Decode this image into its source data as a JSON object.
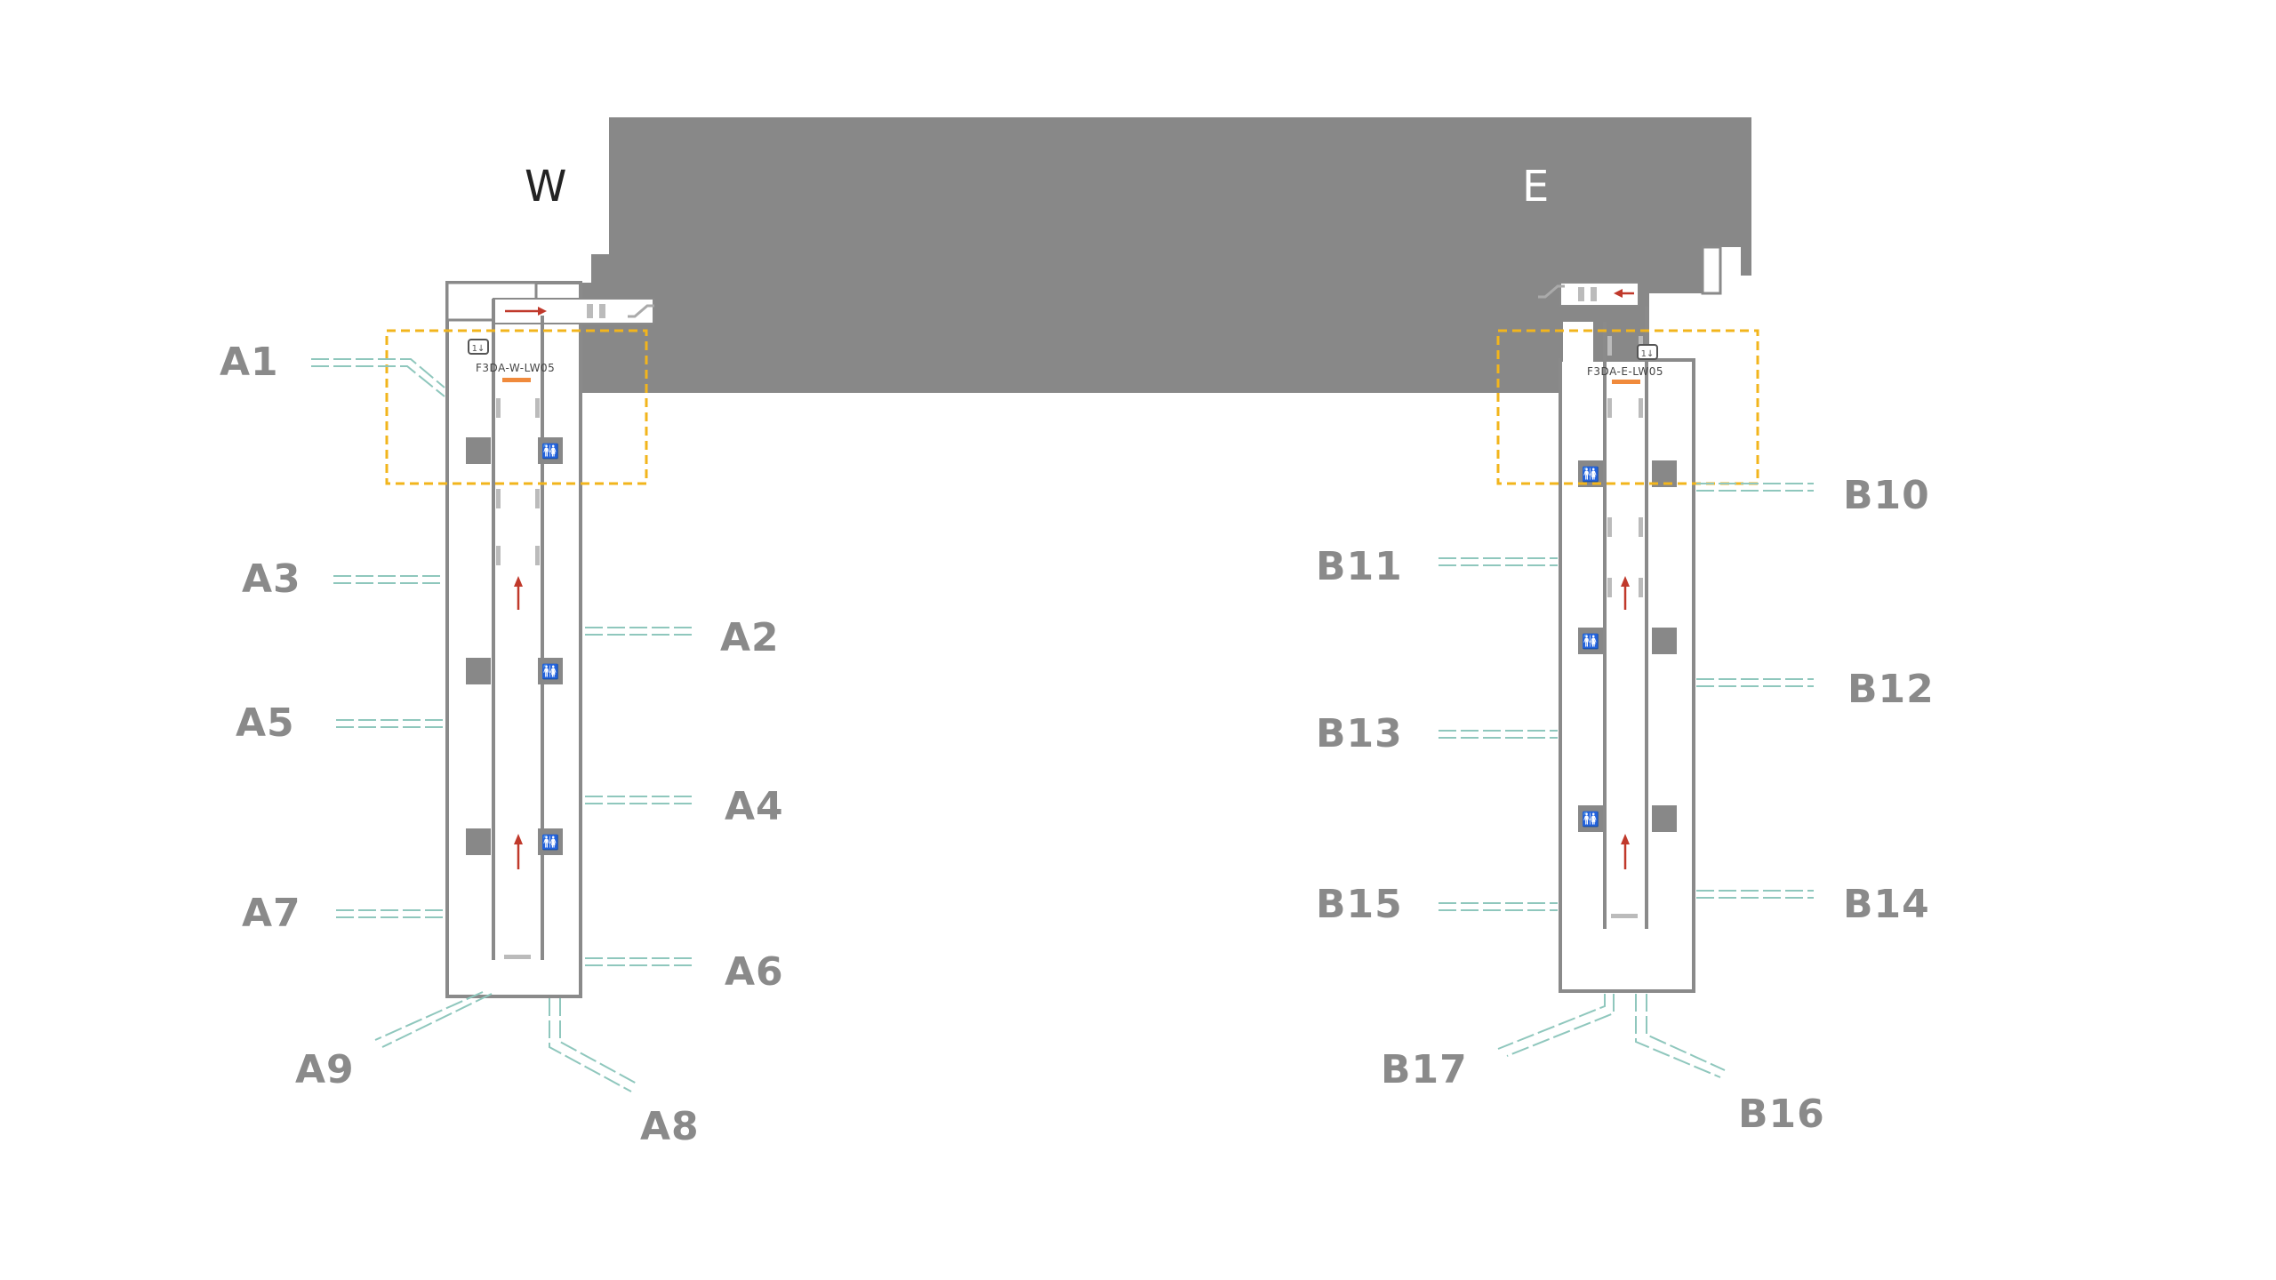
{
  "map": {
    "directions": {
      "west": "W",
      "east": "E"
    },
    "codes": {
      "west": "F3DA-W-LW05",
      "east": "F3DA-E-LW05"
    },
    "gates": {
      "a1": "A1",
      "a2": "A2",
      "a3": "A3",
      "a4": "A4",
      "a5": "A5",
      "a6": "A6",
      "a7": "A7",
      "a8": "A8",
      "a9": "A9",
      "b10": "B10",
      "b11": "B11",
      "b12": "B12",
      "b13": "B13",
      "b14": "B14",
      "b15": "B15",
      "b16": "B16",
      "b17": "B17"
    },
    "colors": {
      "building": "#888888",
      "pier_outline": "#8a8a8a",
      "gate_text": "#8a8a8a",
      "bridge": "#8fc7bd",
      "flow_arrow": "#c0392b",
      "highlight_box": "#f2b51c",
      "location_marker": "#f08a3c"
    },
    "icons": [
      "restroom-icon",
      "elevator-icon",
      "escalator-icon",
      "arrow-icon"
    ]
  }
}
